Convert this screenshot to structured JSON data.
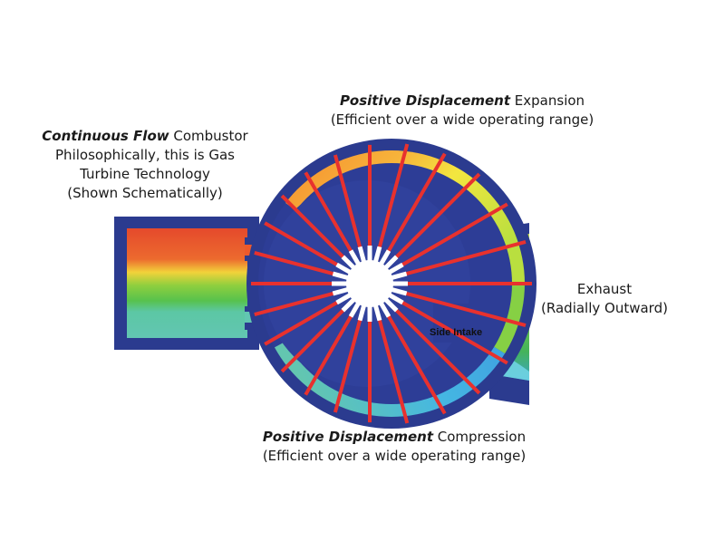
{
  "labels": {
    "combustor": {
      "bold": "Continuous Flow",
      "rest": " Combustor",
      "line2": "Philosophically, this is Gas",
      "line3": "Turbine Technology",
      "line4": "(Shown Schematically)"
    },
    "expansion": {
      "bold": "Positive Displacement",
      "rest": " Expansion",
      "line2": "(Efficient over a wide operating range)"
    },
    "compression": {
      "bold": "Positive Displacement",
      "rest": " Compression",
      "line2": "(Efficient over a wide operating range)"
    },
    "exhaust": {
      "line1": "Exhaust",
      "line2": "(Radially Outward)"
    },
    "side_intake": "Side Intake"
  },
  "colors": {
    "housing": "#2b3b8f",
    "rotor": "#2d3d96",
    "vane": "#e8312e",
    "hub": "#ffffff",
    "hot": "#e8472b",
    "warm": "#f7a93a",
    "yellow": "#f2ea3c",
    "green": "#5cbf45",
    "teal": "#5cc7a8",
    "cool": "#3aa5e0"
  },
  "rotor": {
    "vane_count": 24
  }
}
